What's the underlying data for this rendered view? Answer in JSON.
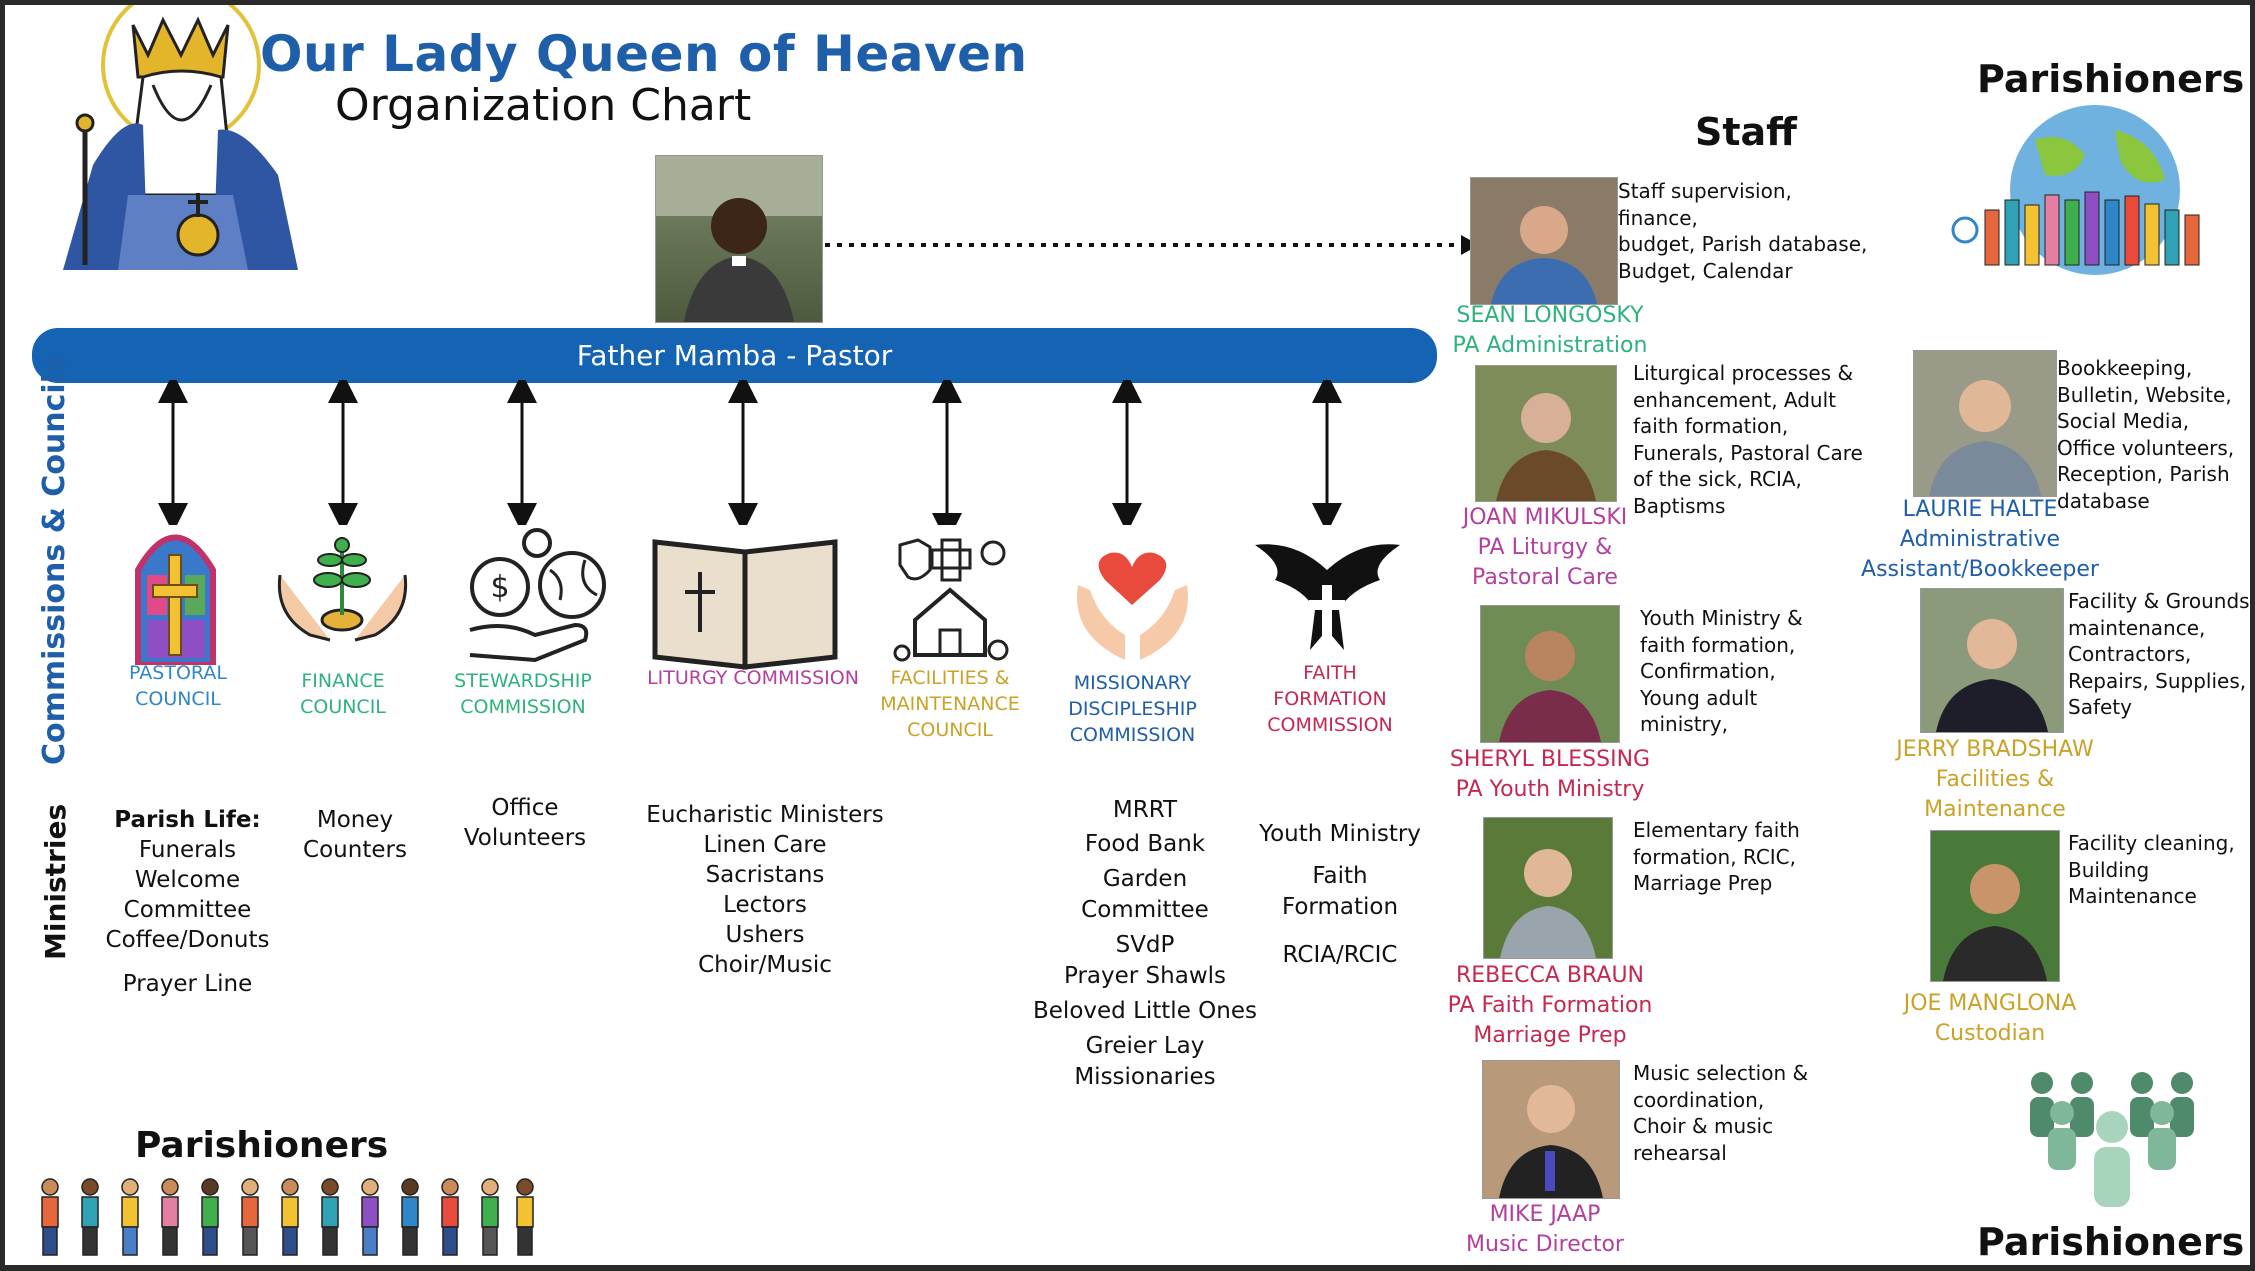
{
  "header": {
    "title": "Our Lady Queen of Heaven",
    "subtitle": "Organization Chart"
  },
  "pastor": {
    "label": "Father Mamba - Pastor"
  },
  "side_labels": {
    "commissions": "Commissions & Councils",
    "ministries": "Ministries"
  },
  "commissions": [
    {
      "label": "PASTORAL\nCOUNCIL",
      "color": "#2f86c9",
      "icon": "stained-glass-cross-icon"
    },
    {
      "label": "FINANCE\nCOUNCIL",
      "color": "#2fb27a",
      "icon": "money-plant-hands-icon"
    },
    {
      "label": "STEWARDSHIP\nCOMMISSION",
      "color": "#2fb27a",
      "icon": "coin-globe-hand-icon"
    },
    {
      "label": "LITURGY COMMISSION",
      "color": "#b3409f",
      "icon": "bible-icon"
    },
    {
      "label": "FACILITIES &\nMAINTENANCE\nCOUNCIL",
      "color": "#c9a227",
      "icon": "house-tools-icon"
    },
    {
      "label": "MISSIONARY\nDISCIPLESHIP\nCOMMISSION",
      "color": "#1f5ea8",
      "icon": "heart-hands-icon"
    },
    {
      "label": "FAITH\nFORMATION\nCOMMISSION",
      "color": "#c4294f",
      "icon": "dove-cross-icon"
    }
  ],
  "ministries": {
    "pastoral": {
      "heading": "Parish Life:",
      "items": [
        "Funerals",
        "Welcome",
        "Committee",
        "Coffee/Donuts"
      ],
      "extra": "Prayer Line"
    },
    "finance": [
      "Money",
      "Counters"
    ],
    "stewardship": [
      "Office",
      "Volunteers"
    ],
    "liturgy": [
      "Eucharistic Ministers",
      "Linen Care",
      "Sacristans",
      "Lectors",
      "Ushers",
      "Choir/Music"
    ],
    "missionary": [
      "MRRT",
      "Food Bank",
      "Garden",
      "Committee",
      "SVdP",
      "Prayer Shawls",
      "Beloved Little Ones",
      "Greier Lay",
      "Missionaries"
    ],
    "faith": [
      "Youth Ministry",
      "Faith",
      "Formation",
      "RCIA/RCIC"
    ]
  },
  "staff_heading": "Staff",
  "parishioners_label": "Parishioners",
  "staff": [
    {
      "name": "SEAN LONGOSKY",
      "role": "PA Administration",
      "color": "#2fb27a",
      "desc": [
        "Staff supervision, finance,",
        "budget, Parish database,",
        "Budget, Calendar"
      ]
    },
    {
      "name": "JOAN MIKULSKI",
      "role": "PA Liturgy &",
      "role2": "Pastoral Care",
      "color": "#b3409f",
      "desc": [
        "Liturgical processes &",
        "enhancement, Adult",
        "faith formation,",
        "Funerals, Pastoral Care",
        "of the sick, RCIA,",
        "Baptisms"
      ]
    },
    {
      "name": "SHERYL BLESSING",
      "role": "PA Youth Ministry",
      "color": "#c4294f",
      "desc": [
        "Youth Ministry &",
        "faith formation,",
        "Confirmation,",
        "Young adult",
        "ministry,"
      ]
    },
    {
      "name": "REBECCA BRAUN",
      "role": "PA Faith Formation",
      "role2": "Marriage Prep",
      "color": "#c4294f",
      "desc": [
        "Elementary faith",
        "formation,  RCIC,",
        "Marriage Prep"
      ]
    },
    {
      "name": "MIKE JAAP",
      "role": "Music Director",
      "color": "#b3409f",
      "desc": [
        "Music selection &",
        "coordination,",
        "Choir & music",
        "rehearsal"
      ]
    },
    {
      "name": "LAURIE HALTE",
      "role": "Administrative",
      "role2": "Assistant/Bookkeeper",
      "color": "#1f5ea8",
      "desc": [
        "Bookkeeping,",
        "Bulletin, Website,",
        "Social Media,",
        "Office volunteers,",
        "Reception, Parish",
        "database"
      ]
    },
    {
      "name": "JERRY BRADSHAW",
      "role": "Facilities &",
      "role2": "Maintenance",
      "color": "#c9a227",
      "desc": [
        "Facility & Grounds",
        "maintenance,",
        "Contractors,",
        "Repairs, Supplies,",
        "Safety"
      ]
    },
    {
      "name": "JOE MANGLONA",
      "role": "Custodian",
      "color": "#c9a227",
      "desc": [
        "Facility cleaning,",
        "Building",
        "Maintenance"
      ]
    }
  ]
}
